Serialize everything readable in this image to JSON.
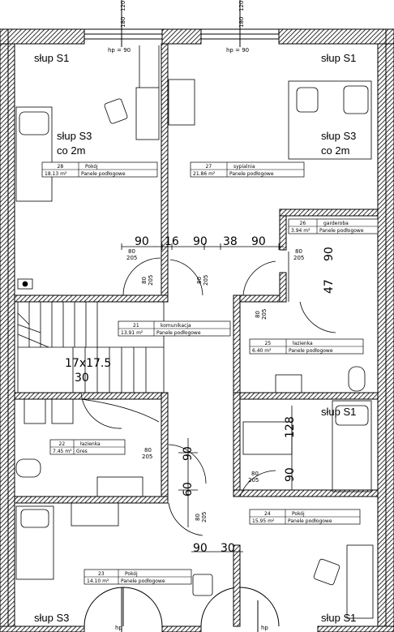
{
  "rooms": [
    {
      "id": "28",
      "area": "18.13 m²",
      "name": "Pokój",
      "floor": "Panele podłogowe"
    },
    {
      "id": "27",
      "area": "21.86 m²",
      "name": "sypialnia",
      "floor": "Panele podłogowe"
    },
    {
      "id": "26",
      "area": "3.94 m²",
      "name": "garderoba",
      "floor": "Panele podłogowe"
    },
    {
      "id": "21",
      "area": "13.91 m²",
      "name": "komunikacja",
      "floor": "Panele podłogowe"
    },
    {
      "id": "25",
      "area": "6.40 m²",
      "name": "łazienka",
      "floor": "Panele podłogowe"
    },
    {
      "id": "22",
      "area": "7.45 m²",
      "name": "łazienka",
      "floor": "Gres"
    },
    {
      "id": "24",
      "area": "15.95 m²",
      "name": "Pokój",
      "floor": "Panele podłogowe"
    },
    {
      "id": "23",
      "area": "14.10 m²",
      "name": "Pokój",
      "floor": "Panele podłogowe"
    }
  ],
  "columns": {
    "s1": "słup S1",
    "s3": "słup S3",
    "s3_note": "co 2m"
  },
  "stairs": {
    "size": "17x17.5",
    "count": "30"
  },
  "windows": {
    "w1": "180",
    "w2": "120",
    "hp": "hp = 90"
  },
  "dims": {
    "d90": "90",
    "d16": "16",
    "d38": "38",
    "d47": "47",
    "d128": "128",
    "d60": "60",
    "d30": "30"
  },
  "doors": {
    "w80": "80",
    "h205": "205",
    "w90": "90"
  }
}
